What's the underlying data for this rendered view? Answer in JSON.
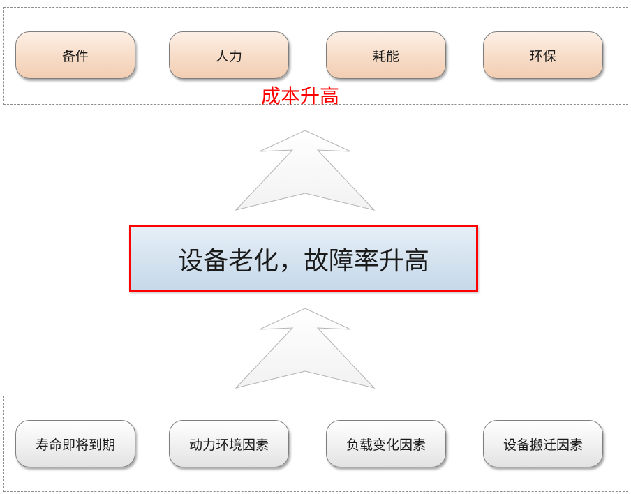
{
  "top_group": {
    "items": [
      {
        "label": "备件"
      },
      {
        "label": "人力"
      },
      {
        "label": "耗能"
      },
      {
        "label": "环保"
      }
    ],
    "caption": "成本升高"
  },
  "center": {
    "label": "设备老化，故障率升高"
  },
  "bottom_group": {
    "items": [
      {
        "label": "寿命即将到期"
      },
      {
        "label": "动力环境因素"
      },
      {
        "label": "负载变化因素"
      },
      {
        "label": "设备搬迁因素"
      }
    ]
  },
  "colors": {
    "accent_red": "#ff0000",
    "top_pill_fill": "#f7dcc7",
    "bottom_pill_fill": "#eeeeee",
    "center_fill": "#d2e1ee"
  },
  "icons": [
    "upward-chevron-arrow-icon",
    "upward-chevron-arrow-icon"
  ]
}
